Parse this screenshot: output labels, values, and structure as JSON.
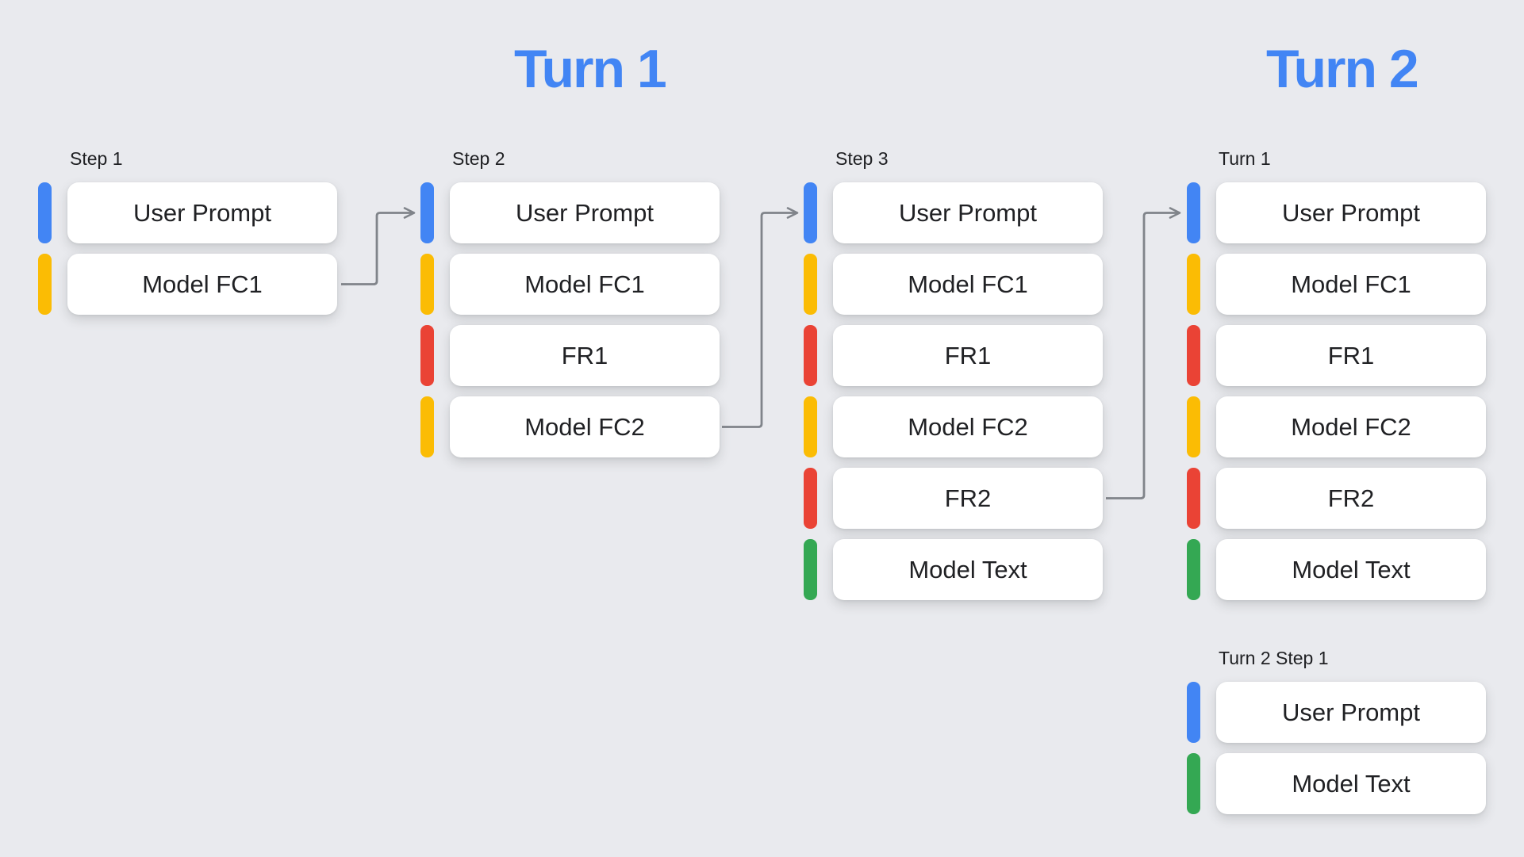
{
  "diagram": {
    "titles": [
      {
        "id": "turn-1",
        "text": "Turn 1"
      },
      {
        "id": "turn-2",
        "text": "Turn 2"
      }
    ],
    "colors": {
      "blue": "#4285F4",
      "yellow": "#FBBC04",
      "red": "#EA4335",
      "green": "#34A853",
      "arrow": "#80848A",
      "title": "#4285F4",
      "background": "#E9EAEE",
      "card_background": "#FFFFFF",
      "card_text": "#202124"
    },
    "columns": [
      {
        "label": "Step 1",
        "cards": [
          {
            "text": "User Prompt",
            "color": "blue"
          },
          {
            "text": "Model FC1",
            "color": "yellow"
          }
        ]
      },
      {
        "label": "Step 2",
        "cards": [
          {
            "text": "User Prompt",
            "color": "blue"
          },
          {
            "text": "Model FC1",
            "color": "yellow"
          },
          {
            "text": "FR1",
            "color": "red"
          },
          {
            "text": "Model FC2",
            "color": "yellow"
          }
        ]
      },
      {
        "label": "Step 3",
        "cards": [
          {
            "text": "User Prompt",
            "color": "blue"
          },
          {
            "text": "Model FC1",
            "color": "yellow"
          },
          {
            "text": "FR1",
            "color": "red"
          },
          {
            "text": "Model FC2",
            "color": "yellow"
          },
          {
            "text": "FR2",
            "color": "red"
          },
          {
            "text": "Model Text",
            "color": "green"
          }
        ]
      },
      {
        "label": "Turn 1",
        "cards": [
          {
            "text": "User Prompt",
            "color": "blue"
          },
          {
            "text": "Model FC1",
            "color": "yellow"
          },
          {
            "text": "FR1",
            "color": "red"
          },
          {
            "text": "Model FC2",
            "color": "yellow"
          },
          {
            "text": "FR2",
            "color": "red"
          },
          {
            "text": "Model Text",
            "color": "green"
          }
        ]
      },
      {
        "label": "Turn 2 Step 1",
        "cards": [
          {
            "text": "User Prompt",
            "color": "blue"
          },
          {
            "text": "Model Text",
            "color": "green"
          }
        ]
      }
    ],
    "connectors": [
      {
        "from": "Step 1 / Model FC1",
        "to": "Step 2 / User Prompt"
      },
      {
        "from": "Step 2 / Model FC2",
        "to": "Step 3 / User Prompt"
      },
      {
        "from": "Step 3 / FR2",
        "to": "Turn 1 / User Prompt"
      }
    ]
  }
}
